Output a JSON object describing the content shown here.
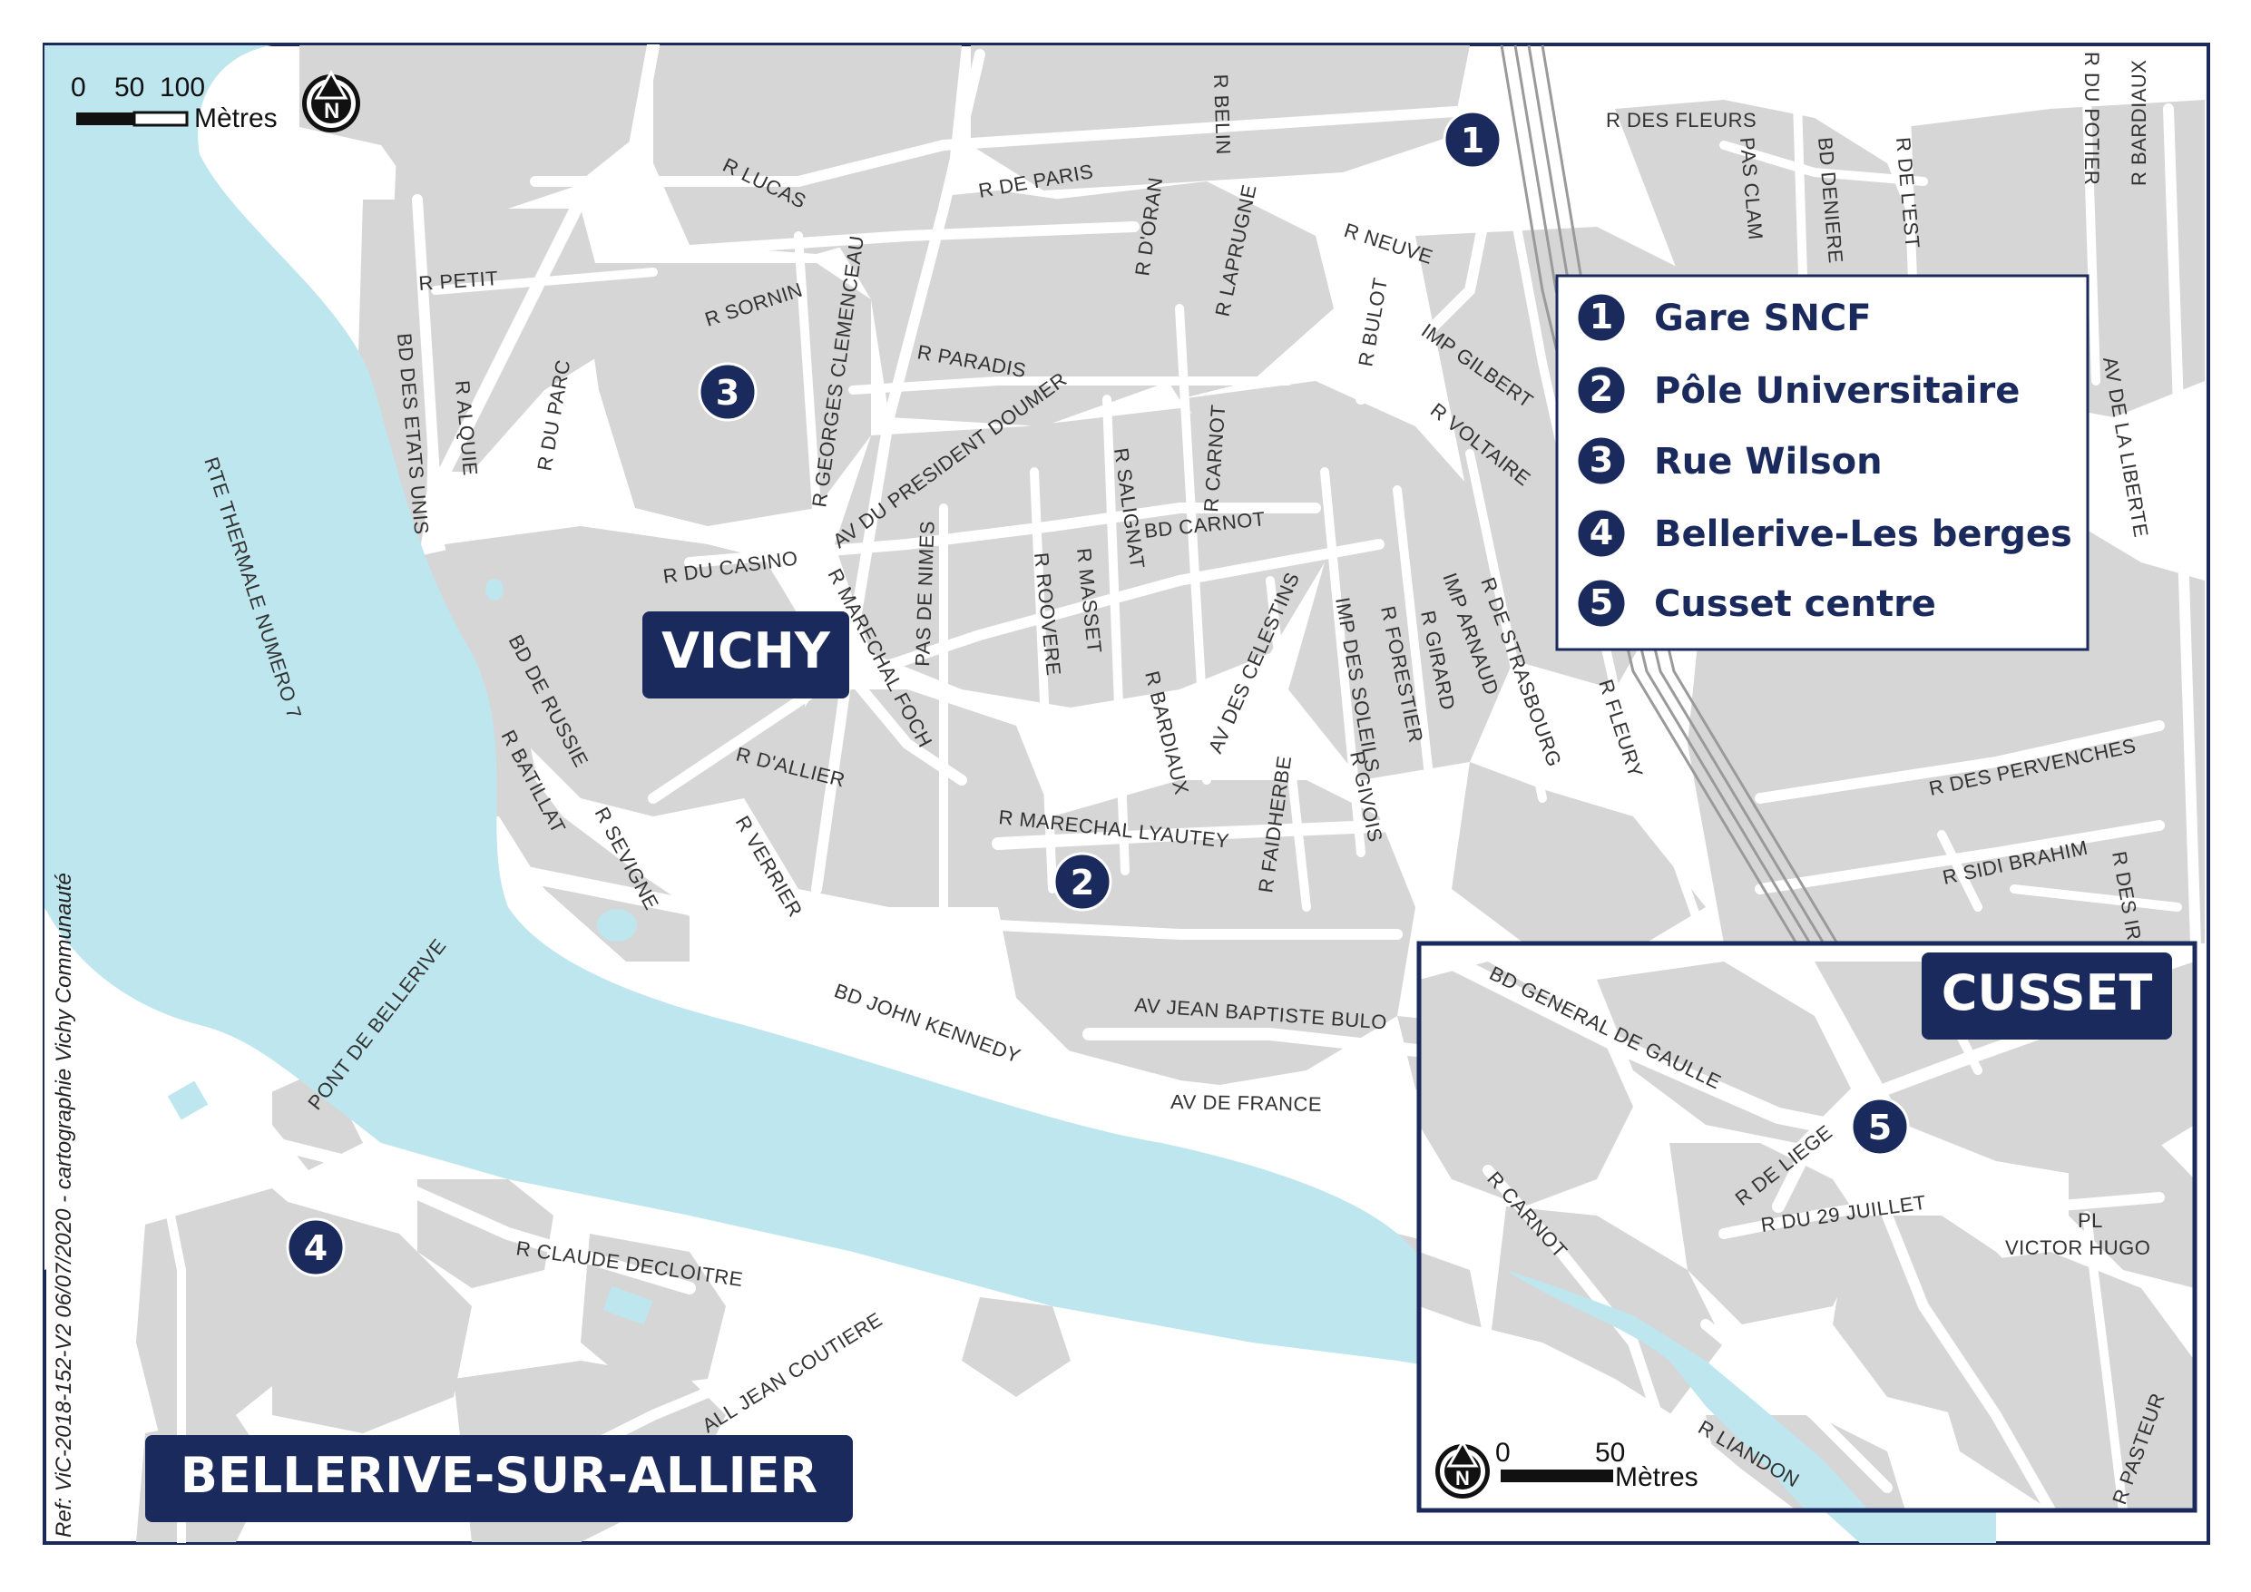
{
  "colors": {
    "navy": "#1b2a5c",
    "water": "#bee6ee",
    "block": "#d6d6d6",
    "road": "#ffffff",
    "frame": "#1b2a5c"
  },
  "places": {
    "vichy": "VICHY",
    "cusset": "CUSSET",
    "bellerive": "BELLERIVE-SUR-ALLIER"
  },
  "legend": {
    "items": [
      {
        "num": "1",
        "label": "Gare SNCF"
      },
      {
        "num": "2",
        "label": "Pôle Universitaire"
      },
      {
        "num": "3",
        "label": "Rue Wilson"
      },
      {
        "num": "4",
        "label": "Bellerive-Les berges"
      },
      {
        "num": "5",
        "label": "Cusset centre"
      }
    ]
  },
  "markers": [
    "1",
    "2",
    "3",
    "4",
    "5"
  ],
  "scale_main": {
    "t0": "0",
    "t1": "50",
    "t2": "100",
    "unit": "Mètres"
  },
  "scale_inset": {
    "t0": "0",
    "t1": "50",
    "unit": "Mètres"
  },
  "north_icon": "north-arrow-icon",
  "north_letter": "N",
  "reference": "Ref: ViC-2018-152-V2   06/07/2020  -  cartographie Vichy Communauté",
  "streets": {
    "lucas": "R LUCAS",
    "paris": "R DE PARIS",
    "oran": "R D'ORAN",
    "belin": "R BELIN",
    "laprugne": "R LAPRUGNE",
    "neuve": "R NEUVE",
    "fleurs": "R DES FLEURS",
    "pasclam": "PAS CLAM",
    "bddeniere": "BD DENIERE",
    "rdelest": "R DE L'EST",
    "potier": "R DU POTIER",
    "bardiaux_top": "R BARDIAUX",
    "petit": "R PETIT",
    "sornin": "R SORNIN",
    "clemenceau": "R GEORGES CLEMENCEAU",
    "paradis": "R PARADIS",
    "bulot": "R BULOT",
    "gilbert": "IMP GILBERT",
    "voltaire": "R VOLTAIRE",
    "liberte": "AV DE LA LIBERTE",
    "etatsunis": "BD DES ETATS UNIS",
    "alquie": "R ALQUIE",
    "duparc": "R DU PARC",
    "doumer": "AV DU PRESIDENT DOUMER",
    "salignat": "R SALIGNAT",
    "carnot": "R CARNOT",
    "bdcarnot": "BD CARNOT",
    "thermale": "RTE THERMALE NUMERO 7",
    "casino": "R DU CASINO",
    "foch": "R MARECHAL FOCH",
    "nimes": "PAS DE NIMES",
    "roovere": "R ROOVERE",
    "masset": "R MASSET",
    "celestins": "AV DES CELESTINS",
    "soleils": "IMP DES SOLEILS",
    "forestier": "R FORESTIER",
    "girard": "R GIRARD",
    "arnaud": "IMP ARNAUD",
    "strasbourg": "R DE STRASBOURG",
    "fleury": "R FLEURY",
    "russie": "BD DE RUSSIE",
    "batillat": "R BATILLAT",
    "dallier": "R D'ALLIER",
    "bardiaux": "R BARDIAUX",
    "faidherbe": "R FAIDHERBE",
    "givois": "R GIVOIS",
    "pervenches": "R DES PERVENCHES",
    "sidibrahim": "R SIDI BRAHIM",
    "desiris": "R DES IRIS",
    "sevigne": "R SEVIGNE",
    "verrier": "R VERRIER",
    "lyautey": "R MARECHAL LYAUTEY",
    "pontbellerive": "PONT DE BELLERIVE",
    "kennedy": "BD JOHN KENNEDY",
    "bulot_av": "AV JEAN BAPTISTE BULO",
    "avfrance": "AV DE FRANCE",
    "decloitre": "R CLAUDE DECLOITRE",
    "coutiere": "ALL JEAN COUTIERE",
    "degaulle": "BD GENERAL DE GAULLE",
    "liege": "R DE LIEGE",
    "juillet": "R DU 29 JUILLET",
    "carnot_inset": "R CARNOT",
    "pl": "PL",
    "victorhugo": "VICTOR HUGO",
    "liandon": "R LIANDON",
    "pasteur": "R PASTEUR"
  }
}
